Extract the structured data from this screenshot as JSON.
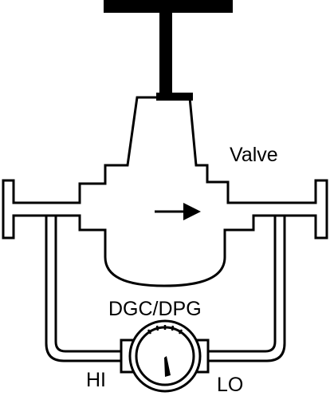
{
  "diagram": {
    "labels": {
      "valve": "Valve",
      "gauge": "DGC/DPG",
      "high_port": "HI",
      "low_port": "LO"
    },
    "icons": {
      "flow_direction": "arrow-right-icon",
      "gauge": "pressure-gauge-icon"
    },
    "colors": {
      "line": "#000000",
      "background": "#ffffff"
    }
  }
}
